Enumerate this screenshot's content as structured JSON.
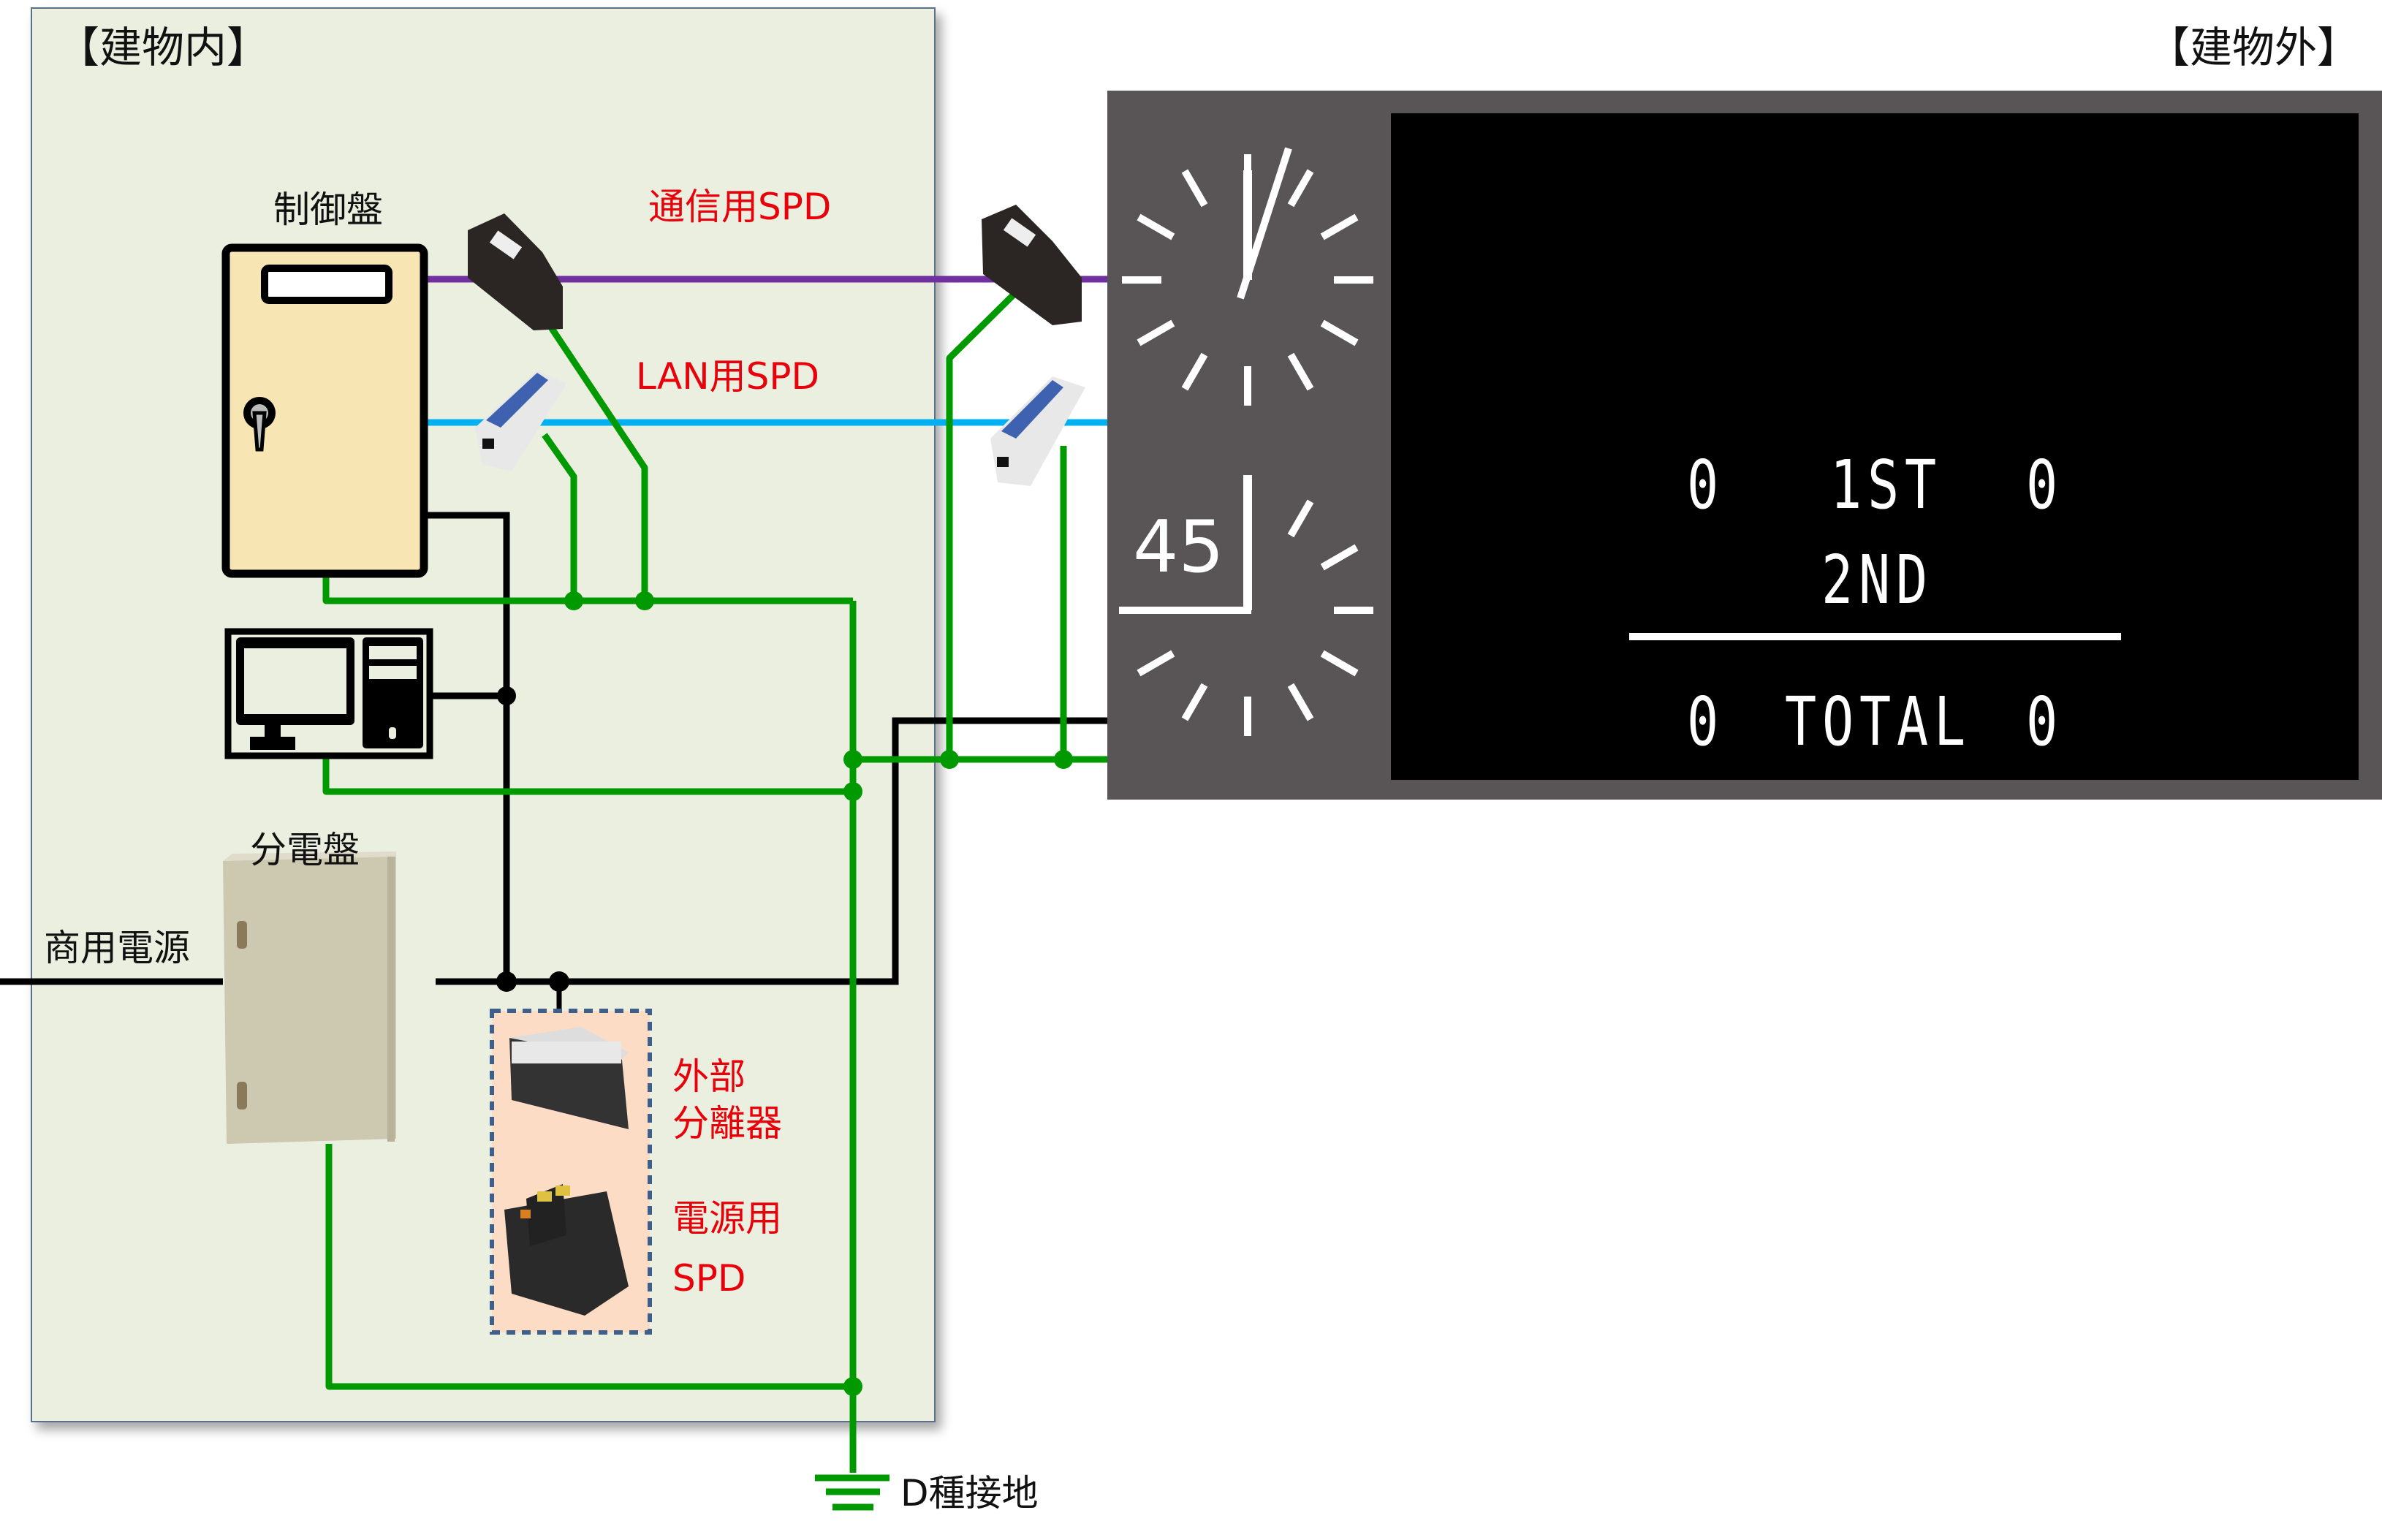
{
  "indoor": {
    "title": "【建物内】",
    "control_panel_label": "制御盤",
    "distribution_panel_label": "分電盤",
    "commercial_power_label": "商用電源",
    "comm_spd_label": "通信用SPD",
    "lan_spd_label": "LAN用SPD",
    "external_disconnector_label_1": "外部",
    "external_disconnector_label_2": "分離器",
    "power_spd_label_1": "電源用",
    "power_spd_label_2": "SPD"
  },
  "outdoor": {
    "title": "【建物外】"
  },
  "ground": {
    "label": "D種接地"
  },
  "scoreboard": {
    "clock_numeral": "45",
    "rows": [
      {
        "left": "0",
        "label": "1ST",
        "right": "0"
      },
      {
        "left": "",
        "label": "2ND",
        "right": ""
      },
      {
        "left": "0",
        "label": "TOTAL",
        "right": "0"
      }
    ]
  },
  "colors": {
    "comm_line": "#7030a0",
    "lan_line": "#00b0f0",
    "ground_line": "#009900",
    "power_line": "#000000",
    "label_red": "#e8000b",
    "building_bg": "#ebefdf",
    "scoreboard_frame": "#595557"
  }
}
